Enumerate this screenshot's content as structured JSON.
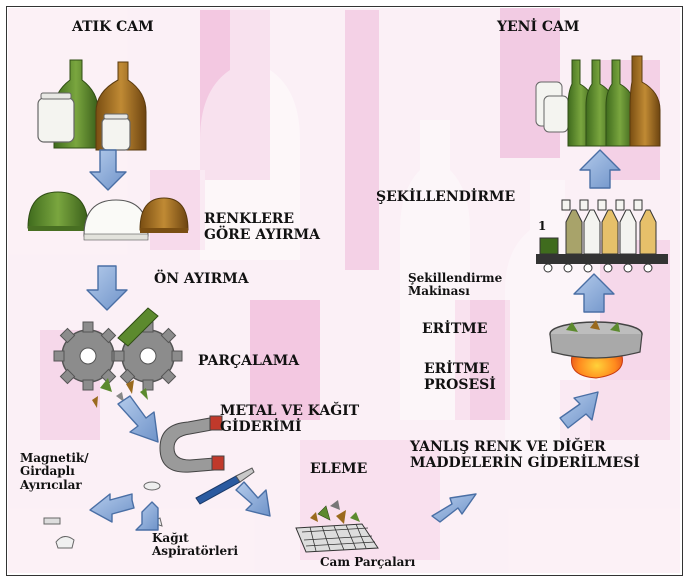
{
  "diagram": {
    "labels": {
      "atik_cam": "ATIK CAM",
      "yeni_cam": "YENİ CAM",
      "renklere_gore_ayirma": "RENKLERE\nGÖRE AYIRMA",
      "on_ayirma": "ÖN AYIRMA",
      "parcalama": "PARÇALAMA",
      "metal_kagit": "METAL VE KAĞIT\nGİDERİMİ",
      "magnetik": "Magnetik/\nGirdaplı\nAyırıcılar",
      "kagit_aspiratorleri": "Kağıt\nAspiratörleri",
      "eleme": "ELEME",
      "cam_parcalari": "Cam Parçaları",
      "yanlis_renk": "YANLIŞ RENK VE DİĞER\nMADDELERİN GİDERİLMESİ",
      "eritme_prosesi": "ERİTME\nPROSESİ",
      "eritme": "ERİTME",
      "sekillendirme_makinasi": "Şekillendirme\nMakinası",
      "sekillendirme": "ŞEKİLLENDİRME",
      "conveyor_number": "1"
    },
    "colors": {
      "arrow_fill": "#8fb0dc",
      "arrow_stroke": "#4a6fa5",
      "green_glass": "#5c8a2e",
      "brown_glass": "#9a6a1e",
      "clear_glass": "#f4f4f0",
      "background_tint": "#f3c9e2"
    }
  }
}
